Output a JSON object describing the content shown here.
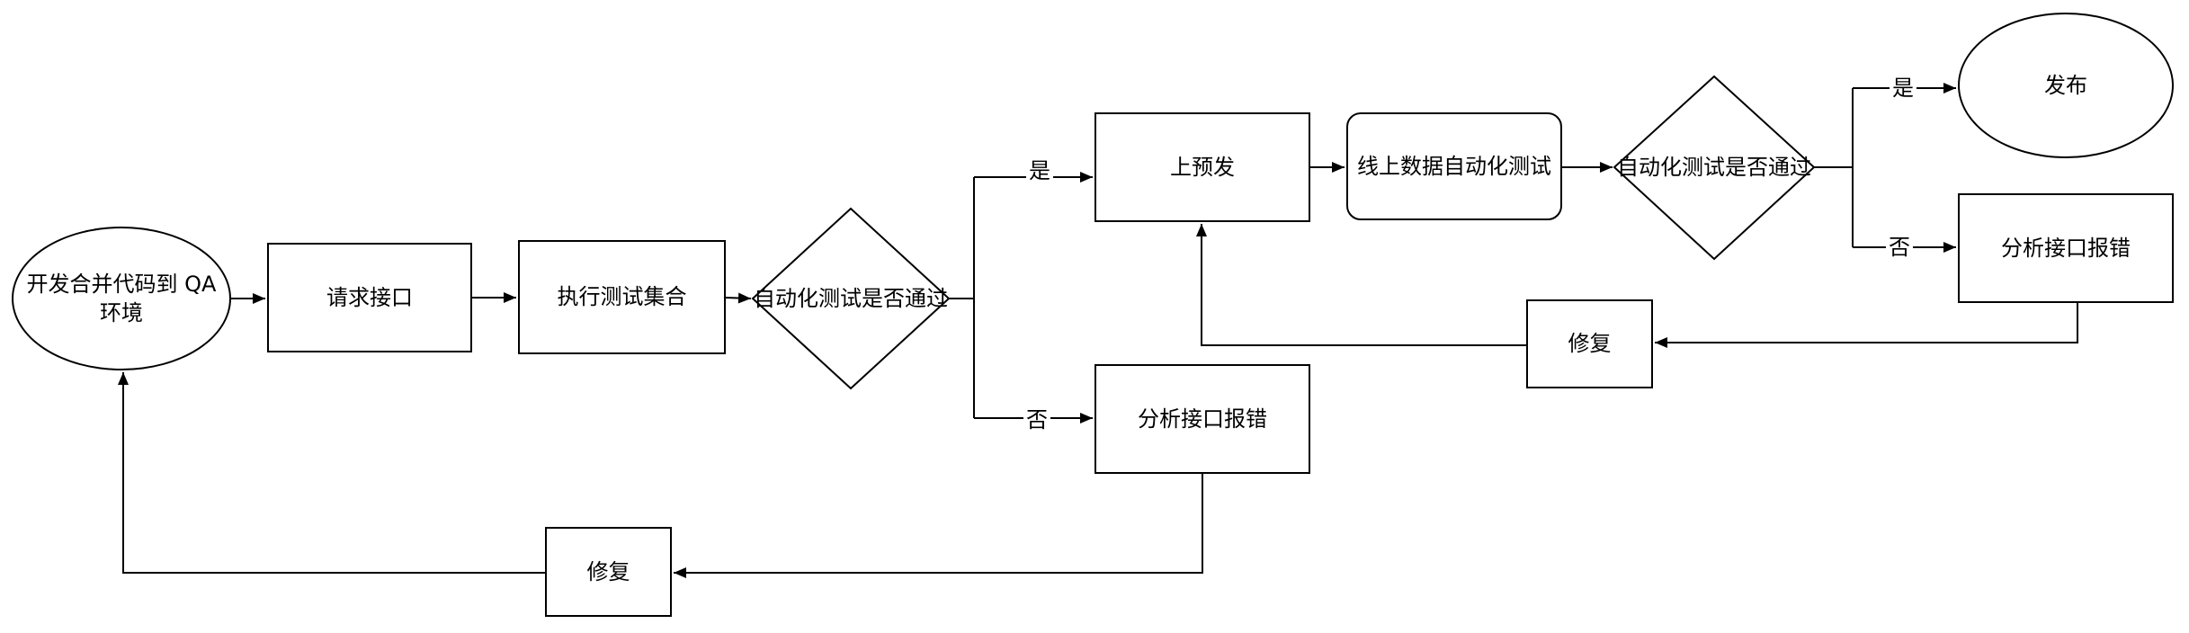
{
  "diagram": {
    "background_color": "#ffffff",
    "stroke_color": "#000000",
    "text_color": "#000000",
    "nodes": {
      "start": {
        "label": "开发合并代码到 QA 环境",
        "shape": "ellipse"
      },
      "request_api": {
        "label": "请求接口",
        "shape": "rect"
      },
      "run_test_suite": {
        "label": "执行测试集合",
        "shape": "rect"
      },
      "qa_pass_decision": {
        "label": "自动化测试是否通过",
        "shape": "diamond"
      },
      "pre_release": {
        "label": "上预发",
        "shape": "rect"
      },
      "online_data_test": {
        "label": "线上数据自动化测试",
        "shape": "rounded_rect"
      },
      "online_pass_decision": {
        "label": "自动化测试是否通过",
        "shape": "diamond"
      },
      "publish": {
        "label": "发布",
        "shape": "ellipse"
      },
      "analyze_error_online": {
        "label": "分析接口报错",
        "shape": "rect"
      },
      "fix_online": {
        "label": "修复",
        "shape": "rect"
      },
      "analyze_error_qa": {
        "label": "分析接口报错",
        "shape": "rect"
      },
      "fix_qa": {
        "label": "修复",
        "shape": "rect"
      }
    },
    "edge_labels": {
      "qa_yes": "是",
      "qa_no": "否",
      "online_yes": "是",
      "online_no": "否"
    },
    "edges": [
      {
        "from": "start",
        "to": "request_api",
        "label": ""
      },
      {
        "from": "request_api",
        "to": "run_test_suite",
        "label": ""
      },
      {
        "from": "run_test_suite",
        "to": "qa_pass_decision",
        "label": ""
      },
      {
        "from": "qa_pass_decision",
        "to": "pre_release",
        "label": "是"
      },
      {
        "from": "qa_pass_decision",
        "to": "analyze_error_qa",
        "label": "否"
      },
      {
        "from": "pre_release",
        "to": "online_data_test",
        "label": ""
      },
      {
        "from": "online_data_test",
        "to": "online_pass_decision",
        "label": ""
      },
      {
        "from": "online_pass_decision",
        "to": "publish",
        "label": "是"
      },
      {
        "from": "online_pass_decision",
        "to": "analyze_error_online",
        "label": "否"
      },
      {
        "from": "analyze_error_online",
        "to": "fix_online",
        "label": ""
      },
      {
        "from": "fix_online",
        "to": "pre_release",
        "label": ""
      },
      {
        "from": "analyze_error_qa",
        "to": "fix_qa",
        "label": ""
      },
      {
        "from": "fix_qa",
        "to": "start",
        "label": ""
      }
    ]
  }
}
